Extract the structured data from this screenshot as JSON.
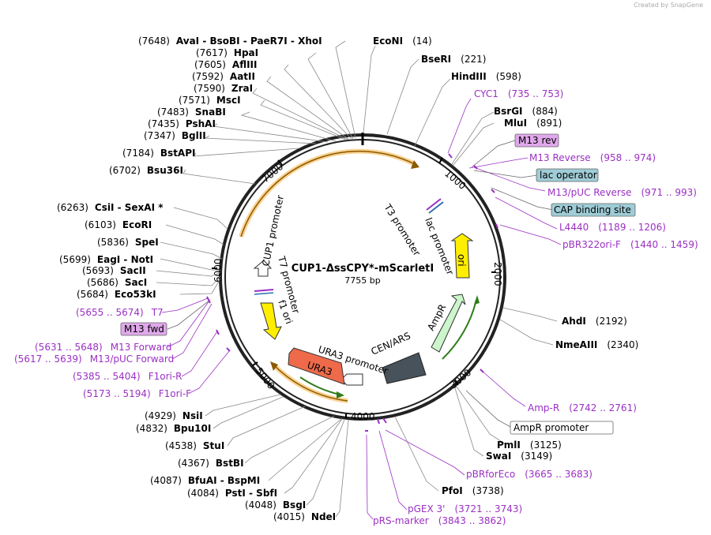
{
  "credit": "Created by SnapGene",
  "plasmid": {
    "name": "CUP1-ΔssCPY*-mScarletI",
    "size": "7755 bp"
  },
  "ticks": [
    "1000",
    "2000",
    "3000",
    "4000",
    "5000",
    "6000",
    "7000"
  ],
  "enzymes_left": [
    {
      "pos": "(7648)",
      "name": "AvaI  -  BsoBI  -  PaeR7I  -  XhoI"
    },
    {
      "pos": "(7617)",
      "name": "HpaI"
    },
    {
      "pos": "(7605)",
      "name": "AflIII"
    },
    {
      "pos": "(7592)",
      "name": "AatII"
    },
    {
      "pos": "(7590)",
      "name": "ZraI"
    },
    {
      "pos": "(7571)",
      "name": "MscI"
    },
    {
      "pos": "(7483)",
      "name": "SnaBI"
    },
    {
      "pos": "(7435)",
      "name": "PshAI"
    },
    {
      "pos": "(7347)",
      "name": "BglII"
    },
    {
      "pos": "(7184)",
      "name": "BstAPI"
    },
    {
      "pos": "(6702)",
      "name": "Bsu36I"
    },
    {
      "pos": "(6263)",
      "name": "CsiI  -  SexAI *"
    },
    {
      "pos": "(6103)",
      "name": "EcoRI"
    },
    {
      "pos": "(5836)",
      "name": "SpeI"
    },
    {
      "pos": "(5699)",
      "name": "EagI  -  NotI"
    },
    {
      "pos": "(5693)",
      "name": "SacII"
    },
    {
      "pos": "(5686)",
      "name": "SacI"
    },
    {
      "pos": "(5684)",
      "name": "Eco53kI"
    },
    {
      "pos": "(4929)",
      "name": "NsiI"
    },
    {
      "pos": "(4832)",
      "name": "Bpu10I"
    },
    {
      "pos": "(4538)",
      "name": "StuI"
    },
    {
      "pos": "(4367)",
      "name": "BstBI"
    },
    {
      "pos": "(4087)",
      "name": "BfuAI  -  BspMI"
    },
    {
      "pos": "(4084)",
      "name": "PstI  -  SbfI"
    },
    {
      "pos": "(4048)",
      "name": "BsgI"
    },
    {
      "pos": "(4015)",
      "name": "NdeI"
    }
  ],
  "enzymes_right": [
    {
      "name": "EcoNI",
      "pos": "(14)"
    },
    {
      "name": "BseRI",
      "pos": "(221)"
    },
    {
      "name": "HindIII",
      "pos": "(598)"
    },
    {
      "name": "BsrGI",
      "pos": "(884)"
    },
    {
      "name": "MluI",
      "pos": "(891)"
    },
    {
      "name": "AhdI",
      "pos": "(2192)"
    },
    {
      "name": "NmeAIII",
      "pos": "(2340)"
    },
    {
      "name": "PmlI",
      "pos": "(3125)"
    },
    {
      "name": "SwaI",
      "pos": "(3149)"
    },
    {
      "name": "PfoI",
      "pos": "(3738)"
    }
  ],
  "primers_right": [
    {
      "name": "CYC1",
      "range": "(735 .. 753)"
    },
    {
      "name": "M13 Reverse",
      "range": "(958 .. 974)"
    },
    {
      "name": "M13/pUC Reverse",
      "range": "(971 .. 993)"
    },
    {
      "name": "L4440",
      "range": "(1189 .. 1206)"
    },
    {
      "name": "pBR322ori-F",
      "range": "(1440 .. 1459)"
    },
    {
      "name": "Amp-R",
      "range": "(2742 .. 2761)"
    },
    {
      "name": "pBRforEco",
      "range": "(3665 .. 3683)"
    },
    {
      "name": "pGEX 3'",
      "range": "(3721 .. 3743)"
    },
    {
      "name": "pRS-marker",
      "range": "(3843 .. 3862)"
    }
  ],
  "primers_left": [
    {
      "range": "(5655 .. 5674)",
      "name": "T7"
    },
    {
      "range": "(5631 .. 5648)",
      "name": "M13 Forward"
    },
    {
      "range": "(5617 .. 5639)",
      "name": "M13/pUC Forward"
    },
    {
      "range": "(5385 .. 5404)",
      "name": "F1ori-R"
    },
    {
      "range": "(5173 .. 5194)",
      "name": "F1ori-F"
    }
  ],
  "boxed": {
    "m13_rev": "M13 rev",
    "lac_operator": "lac operator",
    "cap_site": "CAP binding site",
    "m13_fwd": "M13 fwd",
    "ampr_promoter": "AmpR promoter"
  },
  "features": {
    "t3_promoter": "T3 promoter",
    "lac_promoter": "lac promoter",
    "ori": "ori",
    "ampr": "AmpR",
    "cen_ars": "CEN/ARS",
    "ura3_promoter": "URA3 promoter",
    "ura3": "URA3",
    "f1_ori": "f1 ori",
    "t7_promoter": "T7 promoter",
    "cup1_promoter": "CUP1 promoter"
  },
  "colors": {
    "primer": "#9b30c4",
    "ori": "#ffee00",
    "ampr": "#ccf5cc",
    "ura3": "#ee6a4a",
    "cen_ars": "#47525a",
    "orf": "#f5a623",
    "boxed_purple": "#e0a8ea",
    "boxed_teal": "#9fccd6"
  }
}
